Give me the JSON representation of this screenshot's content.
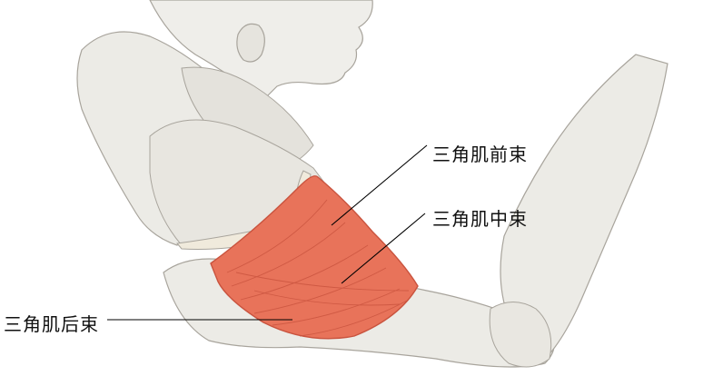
{
  "labels": {
    "anterior": "三角肌前束",
    "middle": "三角肌中束",
    "posterior": "三角肌后束"
  },
  "colors": {
    "deltoid": "#e8735a",
    "deltoid_shadow": "#c9533e",
    "skin": "#ecebe6",
    "skin_shadow": "#cfcdc6",
    "outline": "#a8a49c",
    "bone": "#f0eadc",
    "leader": "#000000"
  }
}
